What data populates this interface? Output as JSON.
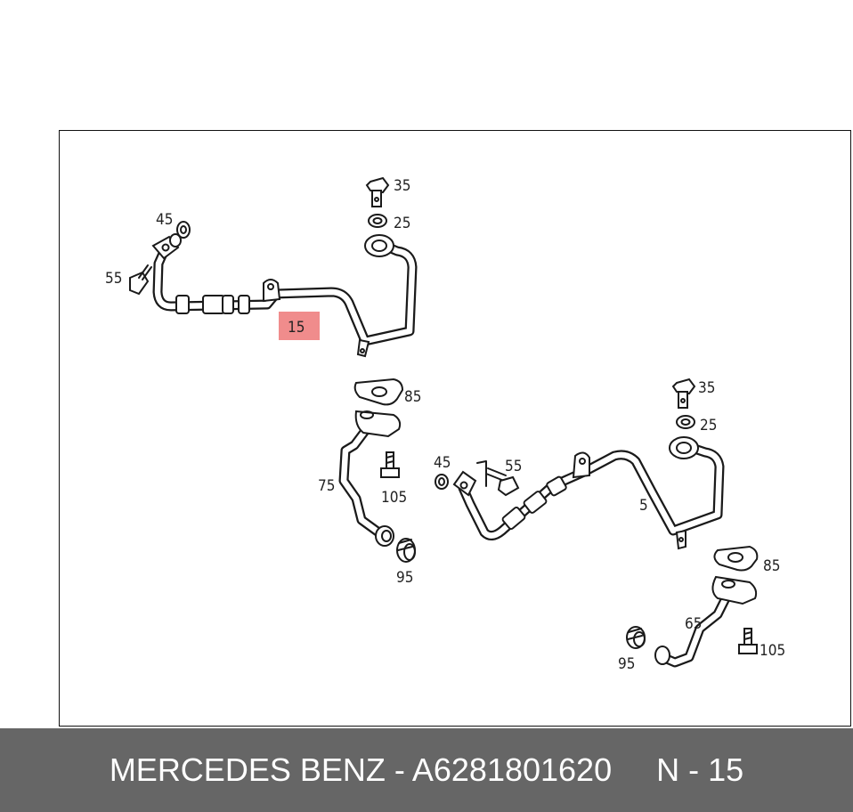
{
  "diagram": {
    "callouts": {
      "a_35": "35",
      "a_25": "25",
      "a_45": "45",
      "a_55": "55",
      "a_15": "15",
      "b_85": "85",
      "b_75": "75",
      "b_105": "105",
      "b_95": "95",
      "c_35": "35",
      "c_25": "25",
      "c_45": "45",
      "c_55": "55",
      "c_5": "5",
      "d_85": "85",
      "d_65": "65",
      "d_95": "95",
      "d_105": "105"
    },
    "highlight_color": "#f08c8c"
  },
  "footer": {
    "brand": "MERCEDES BENZ",
    "separator": " - ",
    "part_number": "A6281801620",
    "gap": "     ",
    "position_label": "N - 15",
    "background_color": "#666666"
  }
}
